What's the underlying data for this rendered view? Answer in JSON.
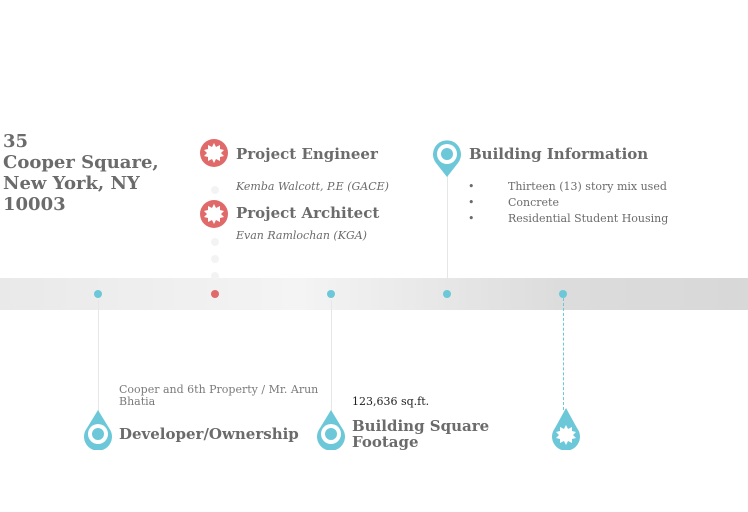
{
  "address": {
    "line1": "35",
    "line2": "Cooper Square,",
    "line3": "New York, NY",
    "line4": "10003"
  },
  "engineer": {
    "title": "Project Engineer",
    "name": "Kemba Walcott, P.E  (GACE)"
  },
  "architect": {
    "title": "Project Architect",
    "name": "Evan Ramlochan (KGA)"
  },
  "building_info": {
    "title": "Building Information",
    "items": [
      "Thirteen (13) story mix used",
      "Concrete",
      "Residential Student Housing"
    ],
    "bullet": "•"
  },
  "developer": {
    "title": "Developer/Ownership",
    "detail": "Cooper and 6th Property / Mr. Arun Bhatia"
  },
  "footage": {
    "title": "Building Square Footage",
    "detail": "123,636 sq.ft."
  },
  "colors": {
    "accent": "#6cc8d8",
    "red": "#e06a6a"
  }
}
